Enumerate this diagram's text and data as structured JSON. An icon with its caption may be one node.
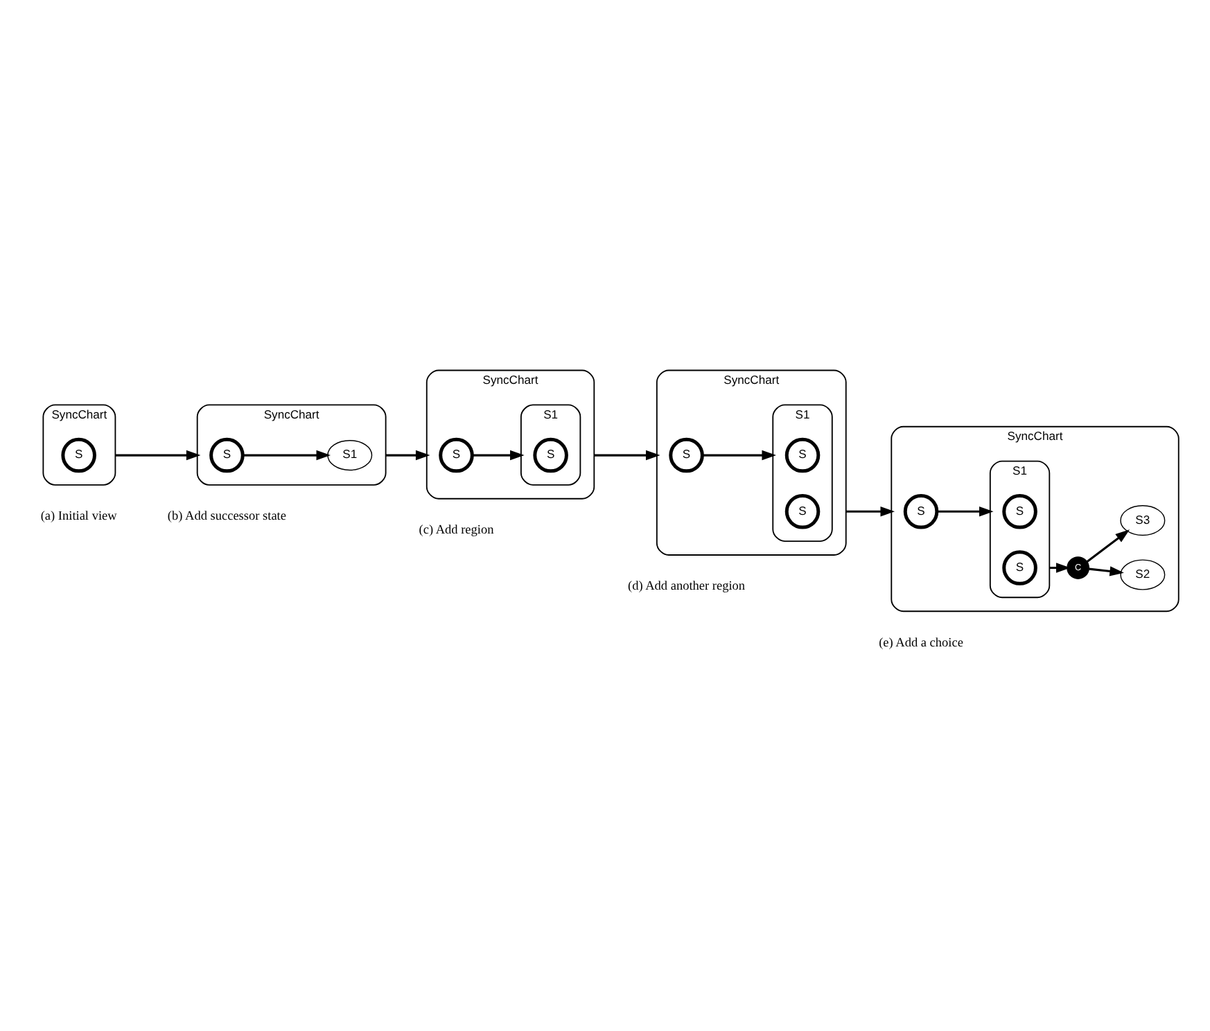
{
  "diagram": {
    "nodes": [
      {
        "text": [
          "SyncChart"
        ],
        "beside": [
          "(a) Initial view"
        ]
      },
      {
        "text": [
          "S"
        ],
        "in": 0
      },
      {
        "text": [
          "SyncChart"
        ],
        "beside": [
          "(b) Add successor state"
        ]
      },
      {
        "text": [
          "S"
        ],
        "in": 2
      },
      {
        "text": [
          "S1"
        ],
        "in": 2
      },
      {
        "text": [
          "SyncChart"
        ],
        "beside": [
          "(c) Add region"
        ]
      },
      {
        "text": [
          "S"
        ],
        "in": 5
      },
      {
        "text": [
          "S1"
        ],
        "in": 5
      },
      {
        "text": [
          "S"
        ],
        "in": 7
      },
      {
        "text": [
          "SyncChart"
        ],
        "beside": [
          "(d) Add another region"
        ]
      },
      {
        "text": [
          "S"
        ],
        "in": 9
      },
      {
        "text": [
          "S1"
        ],
        "in": 9
      },
      {
        "text": [
          "S"
        ],
        "in": 11
      },
      {
        "text": [
          "S"
        ],
        "in": 11
      },
      {
        "text": [
          "SyncChart"
        ],
        "beside": [
          "(e) Add a choice"
        ]
      },
      {
        "text": [
          "S"
        ],
        "in": 14
      },
      {
        "text": [
          "S1"
        ],
        "in": 14
      },
      {
        "text": [
          "S"
        ],
        "in": 16
      },
      {
        "text": [
          "S"
        ],
        "in": 16
      },
      {
        "text": [
          "C"
        ],
        "in": 14
      },
      {
        "text": [
          "S2"
        ],
        "in": 14
      },
      {
        "text": [
          "S3"
        ],
        "in": 14
      }
    ],
    "edges": [
      {
        "from": 0,
        "to": 2,
        "arrow": "to"
      },
      {
        "from": 3,
        "to": 4,
        "arrow": "to"
      },
      {
        "from": 2,
        "to": 5,
        "arrow": "to"
      },
      {
        "from": 6,
        "to": 7,
        "arrow": "to"
      },
      {
        "from": 5,
        "to": 9,
        "arrow": "to"
      },
      {
        "from": 10,
        "to": 11,
        "arrow": "to"
      },
      {
        "from": 9,
        "to": 14,
        "arrow": "to"
      },
      {
        "from": 15,
        "to": 16,
        "arrow": "to"
      },
      {
        "from": 16,
        "to": 19,
        "arrow": "to"
      },
      {
        "from": 19,
        "to": 20,
        "arrow": "to"
      },
      {
        "from": 19,
        "to": 21,
        "arrow": "to"
      }
    ]
  }
}
